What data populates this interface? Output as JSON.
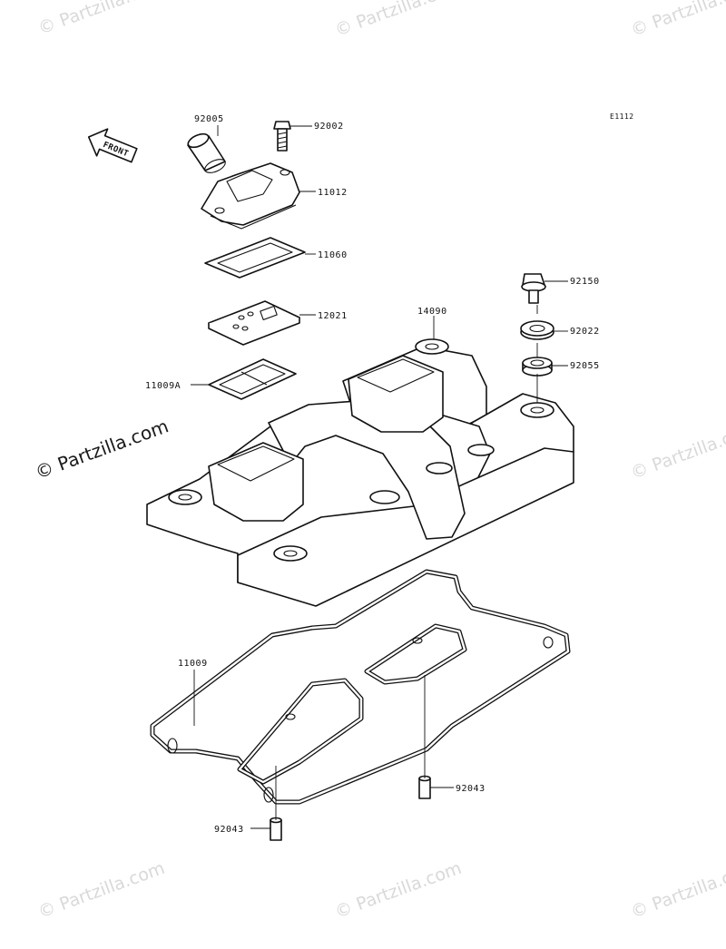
{
  "diagram": {
    "code": "E1112",
    "front_label": "FRONT",
    "watermarks": {
      "text": "© Partzilla.com",
      "main": "© Partzilla.com"
    },
    "labels": {
      "p92005": "92005",
      "p92002": "92002",
      "p11012": "11012",
      "p11060": "11060",
      "p12021": "12021",
      "p11009A": "11009A",
      "p14090": "14090",
      "p92150": "92150",
      "p92022": "92022",
      "p92055": "92055",
      "p11009": "11009",
      "p92043a": "92043",
      "p92043b": "92043"
    }
  }
}
